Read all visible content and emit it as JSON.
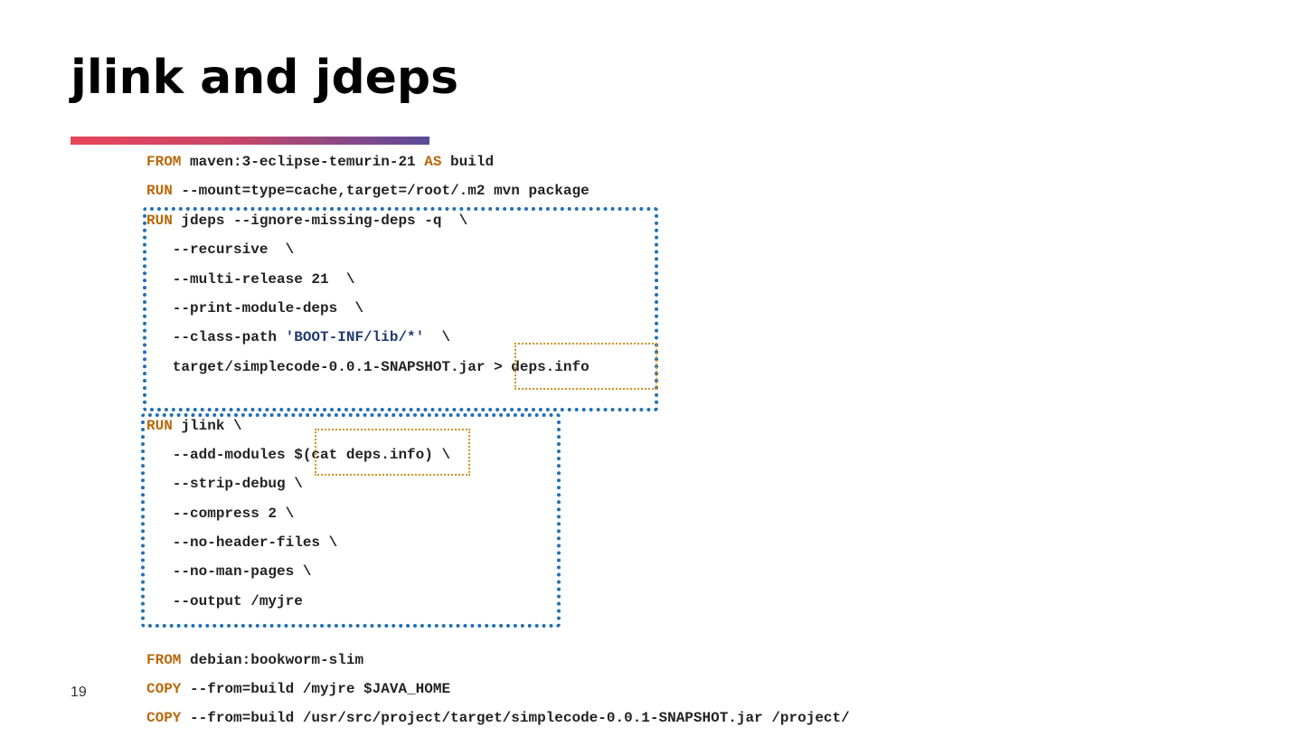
{
  "slide": {
    "title": "jlink and jdeps",
    "page_number": "19"
  },
  "code": {
    "lines": [
      [
        {
          "t": "FROM",
          "k": "kw"
        },
        {
          "t": " maven:3-eclipse-temurin-21 "
        },
        {
          "t": "AS",
          "k": "kw"
        },
        {
          "t": " build"
        }
      ],
      [
        {
          "t": "RUN",
          "k": "kw"
        },
        {
          "t": " --mount=type=cache,target=/root/.m2 mvn package"
        }
      ],
      [
        {
          "t": "RUN",
          "k": "kw"
        },
        {
          "t": " jdeps --ignore-missing-deps -q  \\"
        }
      ],
      [
        {
          "t": "   --recursive  \\"
        }
      ],
      [
        {
          "t": "   --multi-release 21  \\"
        }
      ],
      [
        {
          "t": "   --print-module-deps  \\"
        }
      ],
      [
        {
          "t": "   --class-path "
        },
        {
          "t": "'BOOT-INF/lib/*'",
          "k": "str"
        },
        {
          "t": "  \\"
        }
      ],
      [
        {
          "t": "   target/simplecode-0.0.1-SNAPSHOT.jar > deps.info"
        }
      ],
      [],
      [
        {
          "t": "RUN",
          "k": "kw"
        },
        {
          "t": " jlink \\"
        }
      ],
      [
        {
          "t": "   --add-modules $(cat deps.info) \\"
        }
      ],
      [
        {
          "t": "   --strip-debug \\"
        }
      ],
      [
        {
          "t": "   --compress 2 \\"
        }
      ],
      [
        {
          "t": "   --no-header-files \\"
        }
      ],
      [
        {
          "t": "   --no-man-pages \\"
        }
      ],
      [
        {
          "t": "   --output /myjre"
        }
      ],
      [],
      [
        {
          "t": "FROM",
          "k": "kw"
        },
        {
          "t": " debian:bookworm-slim"
        }
      ],
      [
        {
          "t": "COPY",
          "k": "kw"
        },
        {
          "t": " --from=build /myjre $JAVA_HOME"
        }
      ],
      [
        {
          "t": "COPY",
          "k": "kw"
        },
        {
          "t": " --from=build /usr/src/project/target/simplecode-0.0.1-SNAPSHOT.jar /project/"
        }
      ]
    ]
  },
  "colors": {
    "keyword": "#b8680a",
    "string": "#1f3a6e",
    "highlight_box_blue": "#1f6fb5",
    "highlight_box_orange": "#d4941e"
  }
}
